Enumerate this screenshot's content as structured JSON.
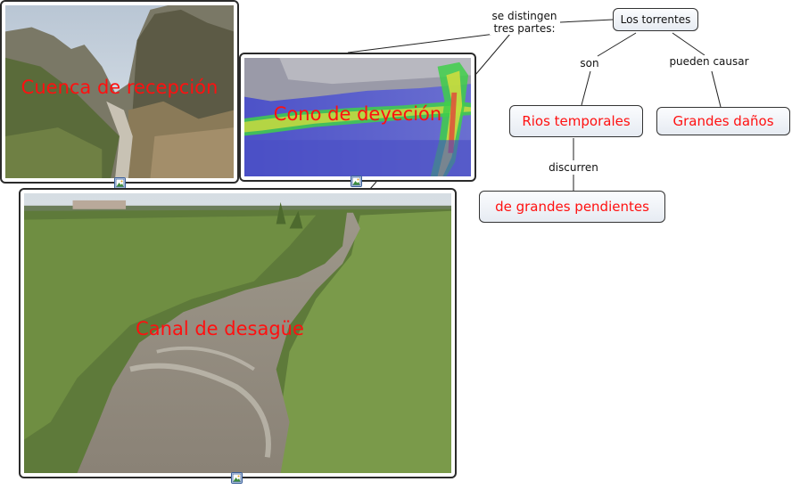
{
  "images": {
    "cuenca": {
      "caption": "Cuenca de recepción"
    },
    "cono": {
      "caption": "Cono de  deyeción"
    },
    "canal": {
      "caption": "Canal de desagüe"
    }
  },
  "concepts": {
    "torrentes": "Los torrentes",
    "rios": "Rios temporales",
    "danos": "Grandes daños",
    "pendientes": "de grandes pendientes"
  },
  "linking_phrases": {
    "distingen_line1": "se distingen",
    "distingen_line2": "tres partes:",
    "son": "son",
    "causar": "pueden causar",
    "discurren": "discurren"
  },
  "colors": {
    "concept_text_red": "#ff1010",
    "caption_red": "#ff1010",
    "border": "#333333"
  },
  "icons": [
    "image-resource-icon"
  ]
}
